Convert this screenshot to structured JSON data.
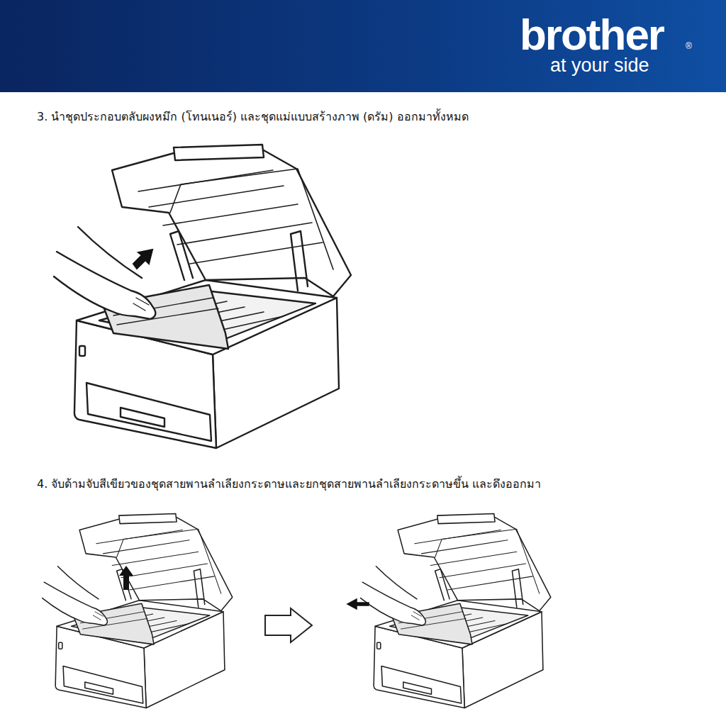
{
  "diagram": {
    "labels": [
      "brother",
      "®",
      "at your side",
      "3. นำชุดประกอบตลับผงหมึก (โทนเนอร์) และชุดแม่แบบสร้างภาพ (ดรัม) ออกมาทั้งหมด",
      "4. จับด้ามจับสีเขียวของชุดสายพานลำเลียงกระดาษและยกชุดสายพานลำเลียงกระดาษขึ้น และดึงออกมา"
    ]
  }
}
